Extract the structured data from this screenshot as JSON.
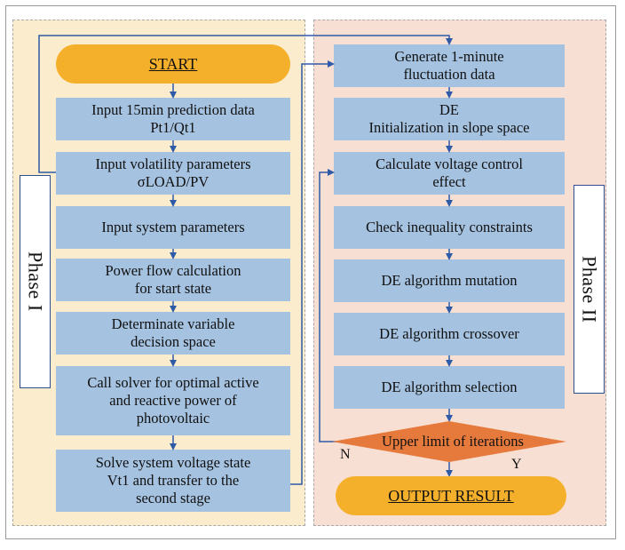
{
  "phase1": {
    "label": "Phase I",
    "start": "START",
    "steps": [
      [
        "Input 15min prediction data",
        "Pt1/Qt1"
      ],
      [
        "Input volatility parameters",
        "σLOAD/PV"
      ],
      [
        "Input system parameters"
      ],
      [
        "Power flow calculation",
        "for start  state"
      ],
      [
        "Determinate variable",
        "decision space"
      ],
      [
        "Call solver  for optimal active",
        "and reactive power of",
        "photovoltaic"
      ],
      [
        "Solve system voltage state",
        "Vt1  and transfer to the",
        "second stage"
      ]
    ]
  },
  "phase2": {
    "label": "Phase II",
    "steps": [
      [
        "Generate 1-minute",
        "fluctuation data"
      ],
      [
        "DE",
        "Initialization  in slope space"
      ],
      [
        "Calculate voltage control",
        "effect"
      ],
      [
        "Check inequality constraints"
      ],
      [
        "DE algorithm mutation"
      ],
      [
        "DE algorithm crossover"
      ],
      [
        "DE algorithm selection"
      ]
    ],
    "decision": "Upper limit of iterations",
    "no_label": "N",
    "yes_label": "Y",
    "output": "OUTPUT RESULT"
  },
  "colors": {
    "phase1_bg": "#fbeccd",
    "phase2_bg": "#f8dfd3",
    "process_box": "#a5c2e0",
    "terminal": "#f5b02b",
    "decision": "#e67a3c",
    "arrow": "#2e5aa8"
  }
}
